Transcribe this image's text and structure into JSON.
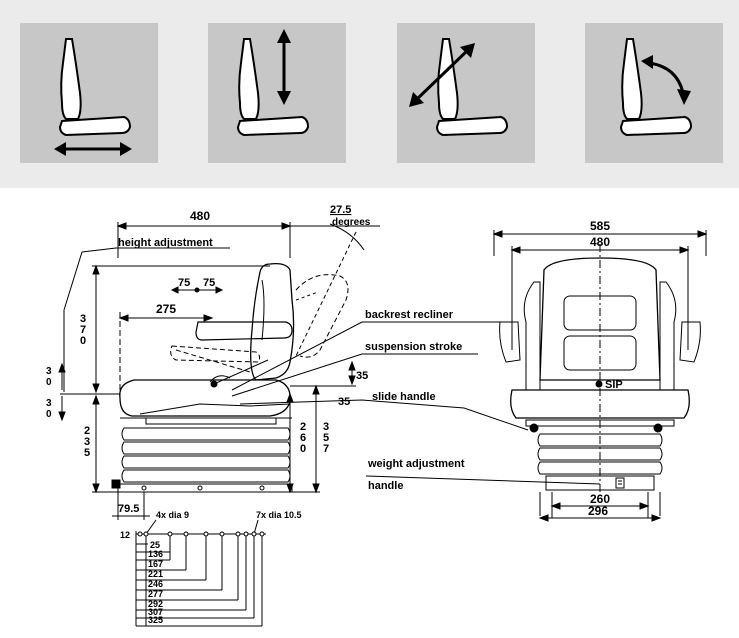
{
  "adjustment_icons": [
    {
      "name": "fore-aft-slide",
      "icon": "double-arrow-horizontal"
    },
    {
      "name": "height-adjust",
      "icon": "double-arrow-vertical"
    },
    {
      "name": "tilt-adjust",
      "icon": "double-arrow-diagonal"
    },
    {
      "name": "backrest-recline",
      "icon": "curved-arrow"
    }
  ],
  "side_view": {
    "width_top": "480",
    "angle_value": "27.5",
    "angle_unit": "degrees",
    "dim_75_a": "75",
    "dim_75_b": "75",
    "dim_275": "275",
    "dim_370": [
      "3",
      "7",
      "0"
    ],
    "dim_30_upper": [
      "3",
      "0"
    ],
    "dim_30_lower": [
      "3",
      "0"
    ],
    "dim_35_a": "35",
    "dim_35_b": "35",
    "dim_235": [
      "2",
      "3",
      "5"
    ],
    "dim_260": [
      "2",
      "6",
      "0"
    ],
    "dim_357": [
      "3",
      "5",
      "7"
    ],
    "dim_79_5": "79.5"
  },
  "callouts": {
    "height_adjustment": "height adjustment",
    "backrest_recliner": "backrest recliner",
    "suspension_stroke": "suspension stroke",
    "slide_handle": "slide handle",
    "weight_adjustment_line1": "weight adjustment",
    "weight_adjustment_line2": "handle"
  },
  "rail_holes": {
    "label_4x": "4x dia 9",
    "label_7x": "7x dia 10.5",
    "dims": [
      "12",
      "25",
      "136",
      "167",
      "221",
      "246",
      "277",
      "292",
      "307",
      "325"
    ]
  },
  "front_view": {
    "width_outer": "585",
    "width_inner": "480",
    "brand": "SIP",
    "base_260": "260",
    "base_296": "296"
  }
}
